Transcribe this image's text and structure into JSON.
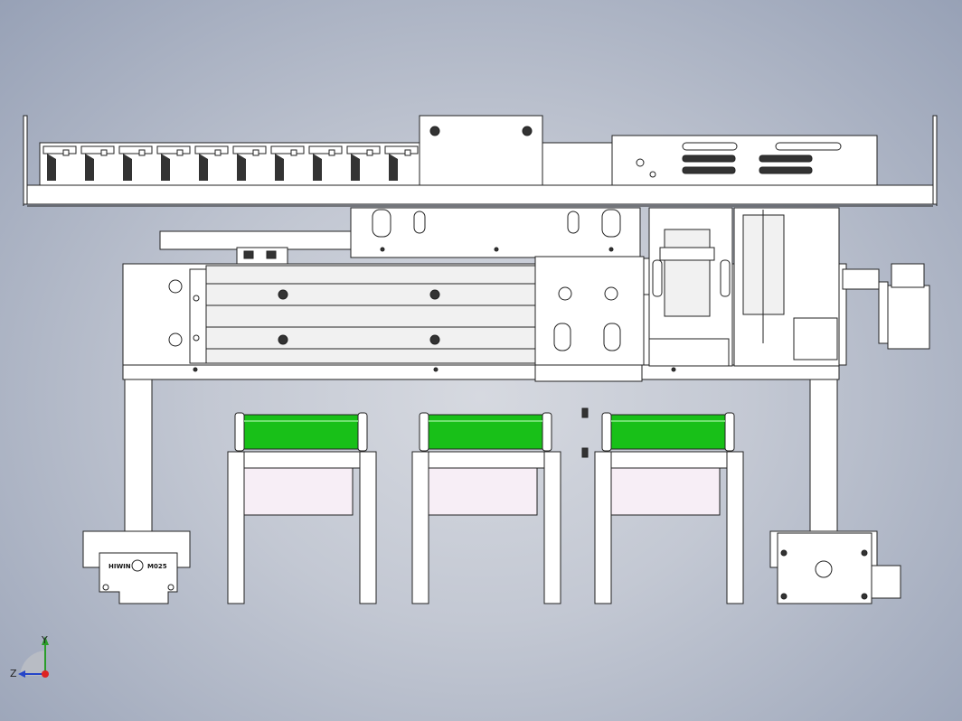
{
  "drawing": {
    "title": "",
    "triad": {
      "x": "",
      "y": "Y",
      "z": "Z"
    },
    "block_label": {
      "brand": "HIWIN",
      "model": "M025"
    },
    "colors": {
      "background_center": "#d6d9e0",
      "background_edge": "#97a1b6",
      "part_fill": "#ffffff",
      "line": "#222222",
      "roller_green": "#18c018",
      "panel_pink": "#f7eef6"
    },
    "components": [
      "tray-rail",
      "cable-chain",
      "mounting-bracket",
      "linear-module",
      "slide-carriage",
      "stepper-motor",
      "side-motor",
      "roller-1",
      "roller-2",
      "roller-3",
      "support-leg-left",
      "support-leg-right",
      "guide-block",
      "end-plate"
    ]
  }
}
